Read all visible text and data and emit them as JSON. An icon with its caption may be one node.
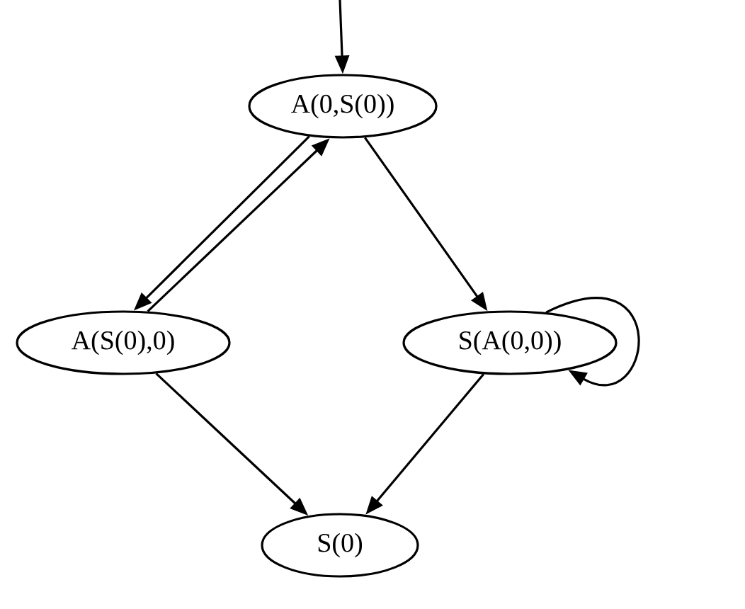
{
  "diagram": {
    "nodes": [
      {
        "text": [
          "A(0,S(0))"
        ]
      },
      {
        "text": [
          "A(S(0),0)"
        ]
      },
      {
        "text": [
          "S(A(0,0))"
        ]
      },
      {
        "text": [
          "S(0)"
        ]
      }
    ],
    "edges": [
      {
        "from": null,
        "to": 0,
        "arrow": "to"
      },
      {
        "from": 0,
        "to": 1,
        "arrow": "to"
      },
      {
        "from": 1,
        "to": 0,
        "arrow": "to"
      },
      {
        "from": 0,
        "to": 2,
        "arrow": "to"
      },
      {
        "from": 2,
        "to": 2,
        "arrow": "to"
      },
      {
        "from": 1,
        "to": 3,
        "arrow": "to"
      },
      {
        "from": 2,
        "to": 3,
        "arrow": "to"
      }
    ]
  }
}
